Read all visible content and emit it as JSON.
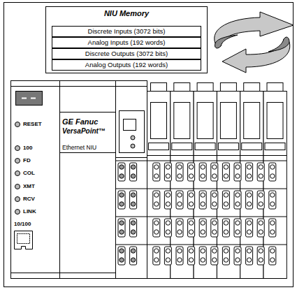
{
  "diagram": {
    "nodes": [
      {
        "text": [
          "NIU Memory"
        ]
      },
      {
        "text": [
          "Discrete Inputs (3072 bits)"
        ],
        "in": 0
      },
      {
        "text": [
          "Analog Inputs (192 words)"
        ],
        "in": 0
      },
      {
        "text": [
          "Discrete Outputs (3072 bits)"
        ],
        "in": 0
      },
      {
        "text": [
          "Analog Outputs (192 words)"
        ],
        "in": 0
      },
      {
        "text": [
          "GE Fanuc",
          "VersaPoint™",
          "Ethernet NIU"
        ]
      }
    ],
    "labels": [
      "RESET",
      "100",
      "FD",
      "COL",
      "XMT",
      "RCV",
      "LINK",
      "10/100"
    ]
  }
}
